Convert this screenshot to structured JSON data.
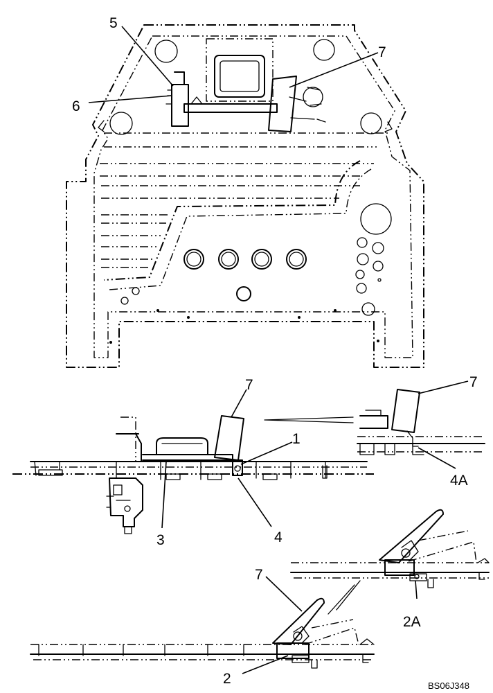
{
  "diagram": {
    "callouts": {
      "c5": "5",
      "c6": "6",
      "c7_top": "7",
      "c7_mid": "7",
      "c1": "1",
      "c3": "3",
      "c4": "4",
      "c7_right": "7",
      "c4A": "4A",
      "c7_bottom": "7",
      "c2A": "2A",
      "c2": "2"
    },
    "reference_code": "BS06J348"
  }
}
